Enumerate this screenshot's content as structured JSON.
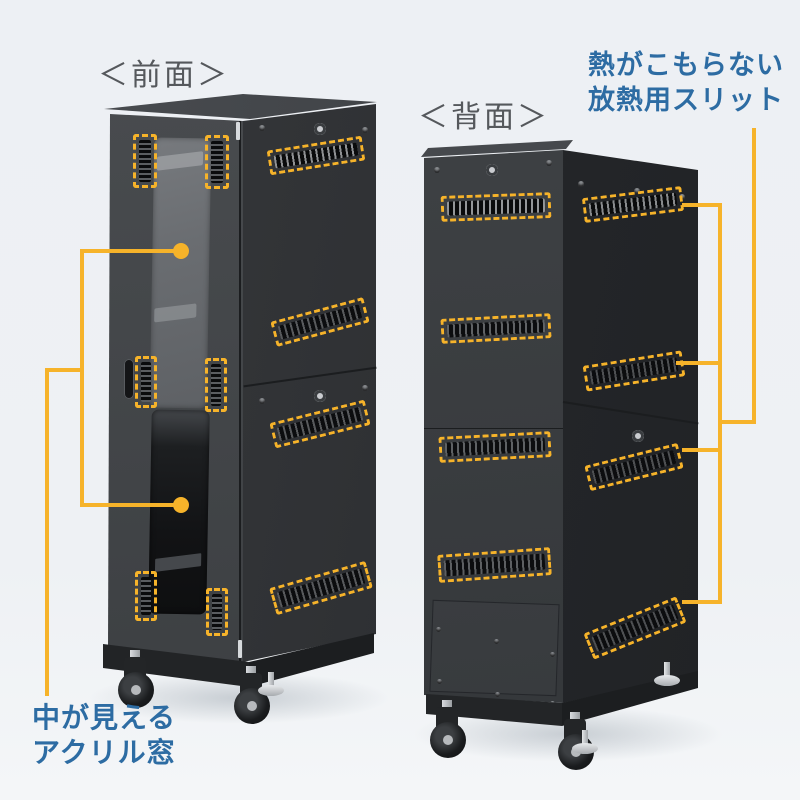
{
  "labels": {
    "front_view": "＜前面＞",
    "back_view": "＜背面＞"
  },
  "annotations": {
    "heat_slits": {
      "line1": "熱がこもらない",
      "line2": "放熱用スリット"
    },
    "acrylic_window": {
      "line1": "中が見える",
      "line2": "アクリル窓"
    }
  },
  "colors": {
    "background": "#edf0f4",
    "highlight_yellow": "#f6b32a",
    "annotation_blue": "#2d6ca3",
    "label_gray": "#55585c",
    "rack_body": "#3a3d40"
  },
  "highlight_counts": {
    "front_door_vents": 6,
    "front_side_slits": 4,
    "back_panel_slits": 4,
    "back_side_slits": 4
  }
}
